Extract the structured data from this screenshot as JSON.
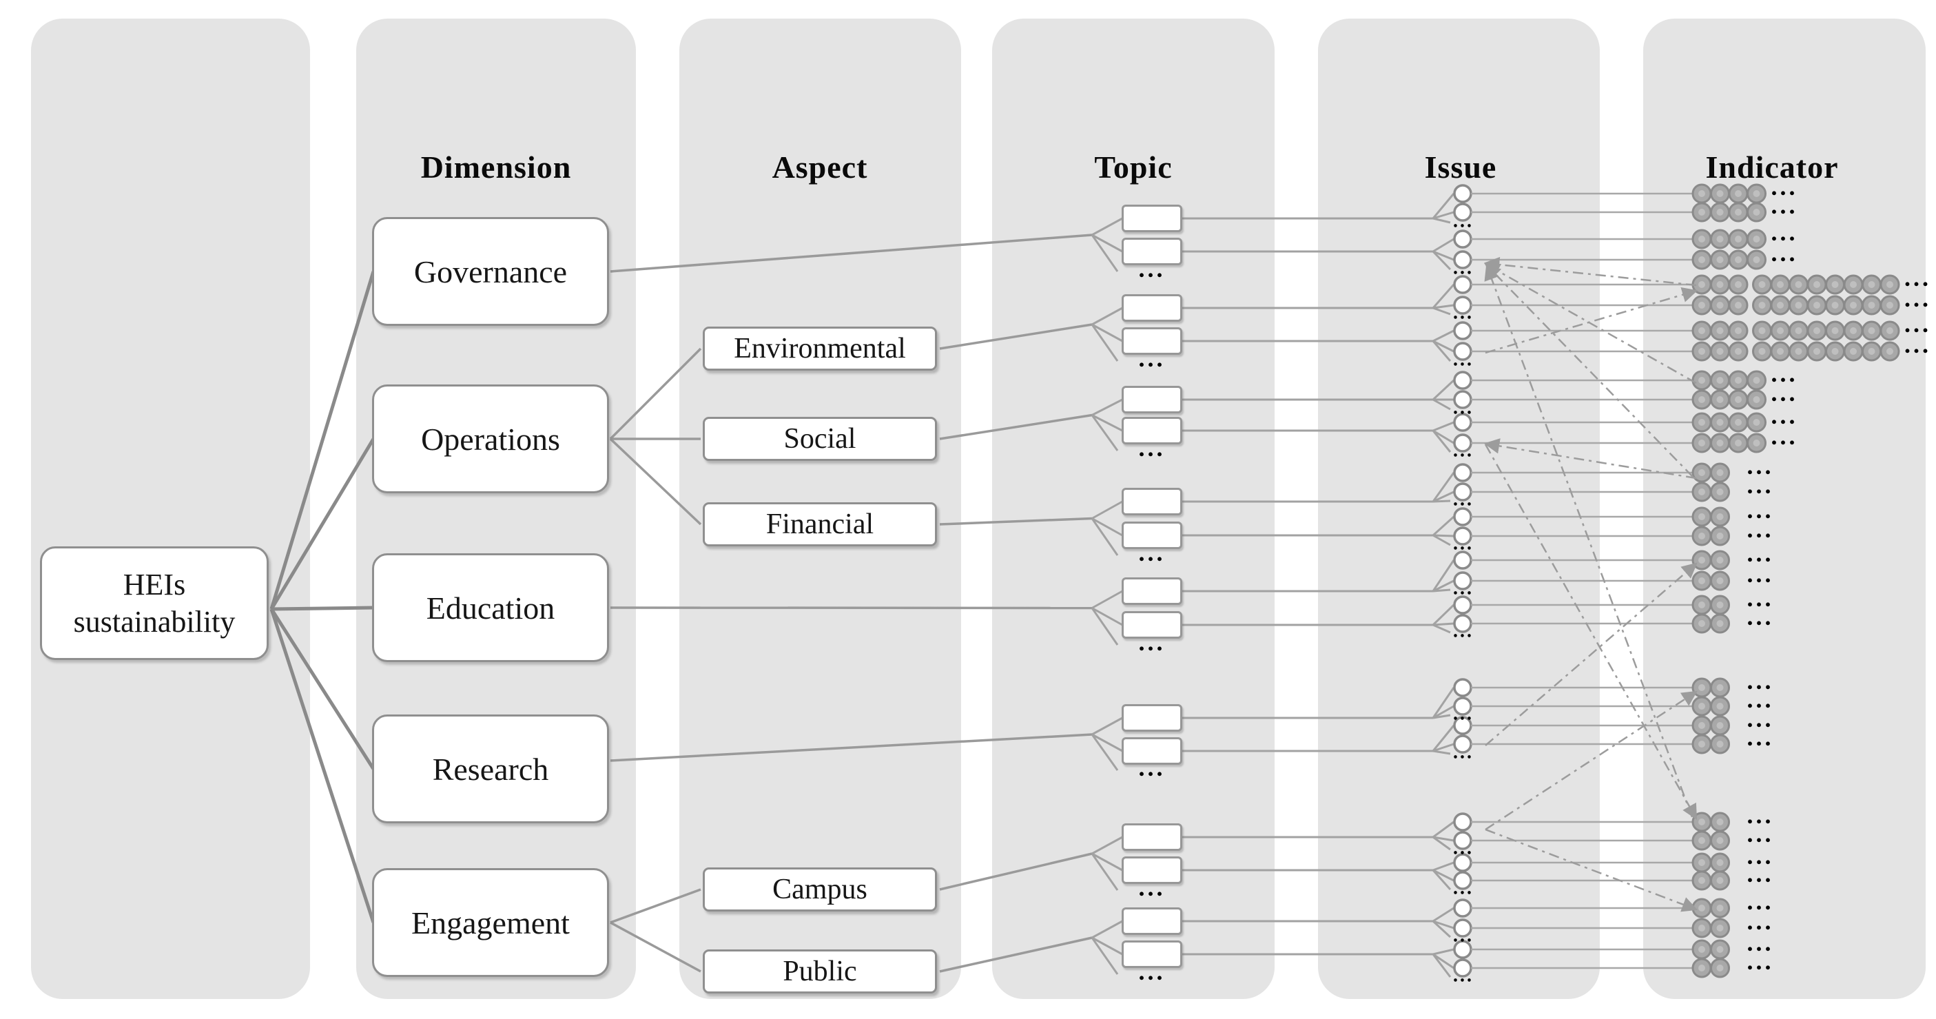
{
  "figure": {
    "title_hint": "HEIs sustainability assessment framework diagram",
    "headers": {
      "dimension": "Dimension",
      "aspect": "Aspect",
      "topic": "Topic",
      "issue": "Issue",
      "indicator": "Indicator"
    },
    "root": {
      "label_line1": "HEIs",
      "label_line2": "sustainability"
    },
    "ellipsis": "...",
    "colors": {
      "panel": "#e4e4e4",
      "connector": "#a2a2a2",
      "root_connector": "#8a8a8a",
      "dashed_link": "#9c9c9c",
      "box_border": "#8f8f8f",
      "indicator_dot": "#a8a8a8",
      "indicator_dot_ring": "#8a8a8a",
      "issue_node_stroke": "#8a8a8a",
      "text": "#161616"
    },
    "tree": [
      {
        "dimension": "Governance",
        "children": [
          {
            "aspect": null,
            "topics_shown": 2,
            "issues_per_topic": 2,
            "indicator_dots_per_row": 4
          }
        ]
      },
      {
        "dimension": "Operations",
        "children": [
          {
            "aspect": "Environmental",
            "topics_shown": 2,
            "issues_per_topic": 2,
            "indicator_dots_per_row": 11
          },
          {
            "aspect": "Social",
            "topics_shown": 2,
            "issues_per_topic": 2,
            "indicator_dots_per_row": 4
          },
          {
            "aspect": "Financial",
            "topics_shown": 2,
            "issues_per_topic": 2,
            "indicator_dots_per_row": 2
          }
        ]
      },
      {
        "dimension": "Education",
        "children": [
          {
            "aspect": null,
            "topics_shown": 2,
            "issues_per_topic": 2,
            "indicator_dots_per_row": 2
          }
        ]
      },
      {
        "dimension": "Research",
        "children": [
          {
            "aspect": null,
            "topics_shown": 2,
            "issues_per_topic": 2,
            "indicator_dots_per_row": 2
          }
        ]
      },
      {
        "dimension": "Engagement",
        "children": [
          {
            "aspect": "Campus",
            "topics_shown": 2,
            "issues_per_topic": 2,
            "indicator_dots_per_row": 2
          },
          {
            "aspect": "Public",
            "topics_shown": 2,
            "issues_per_topic": 2,
            "indicator_dots_per_row": 2
          }
        ]
      }
    ]
  }
}
